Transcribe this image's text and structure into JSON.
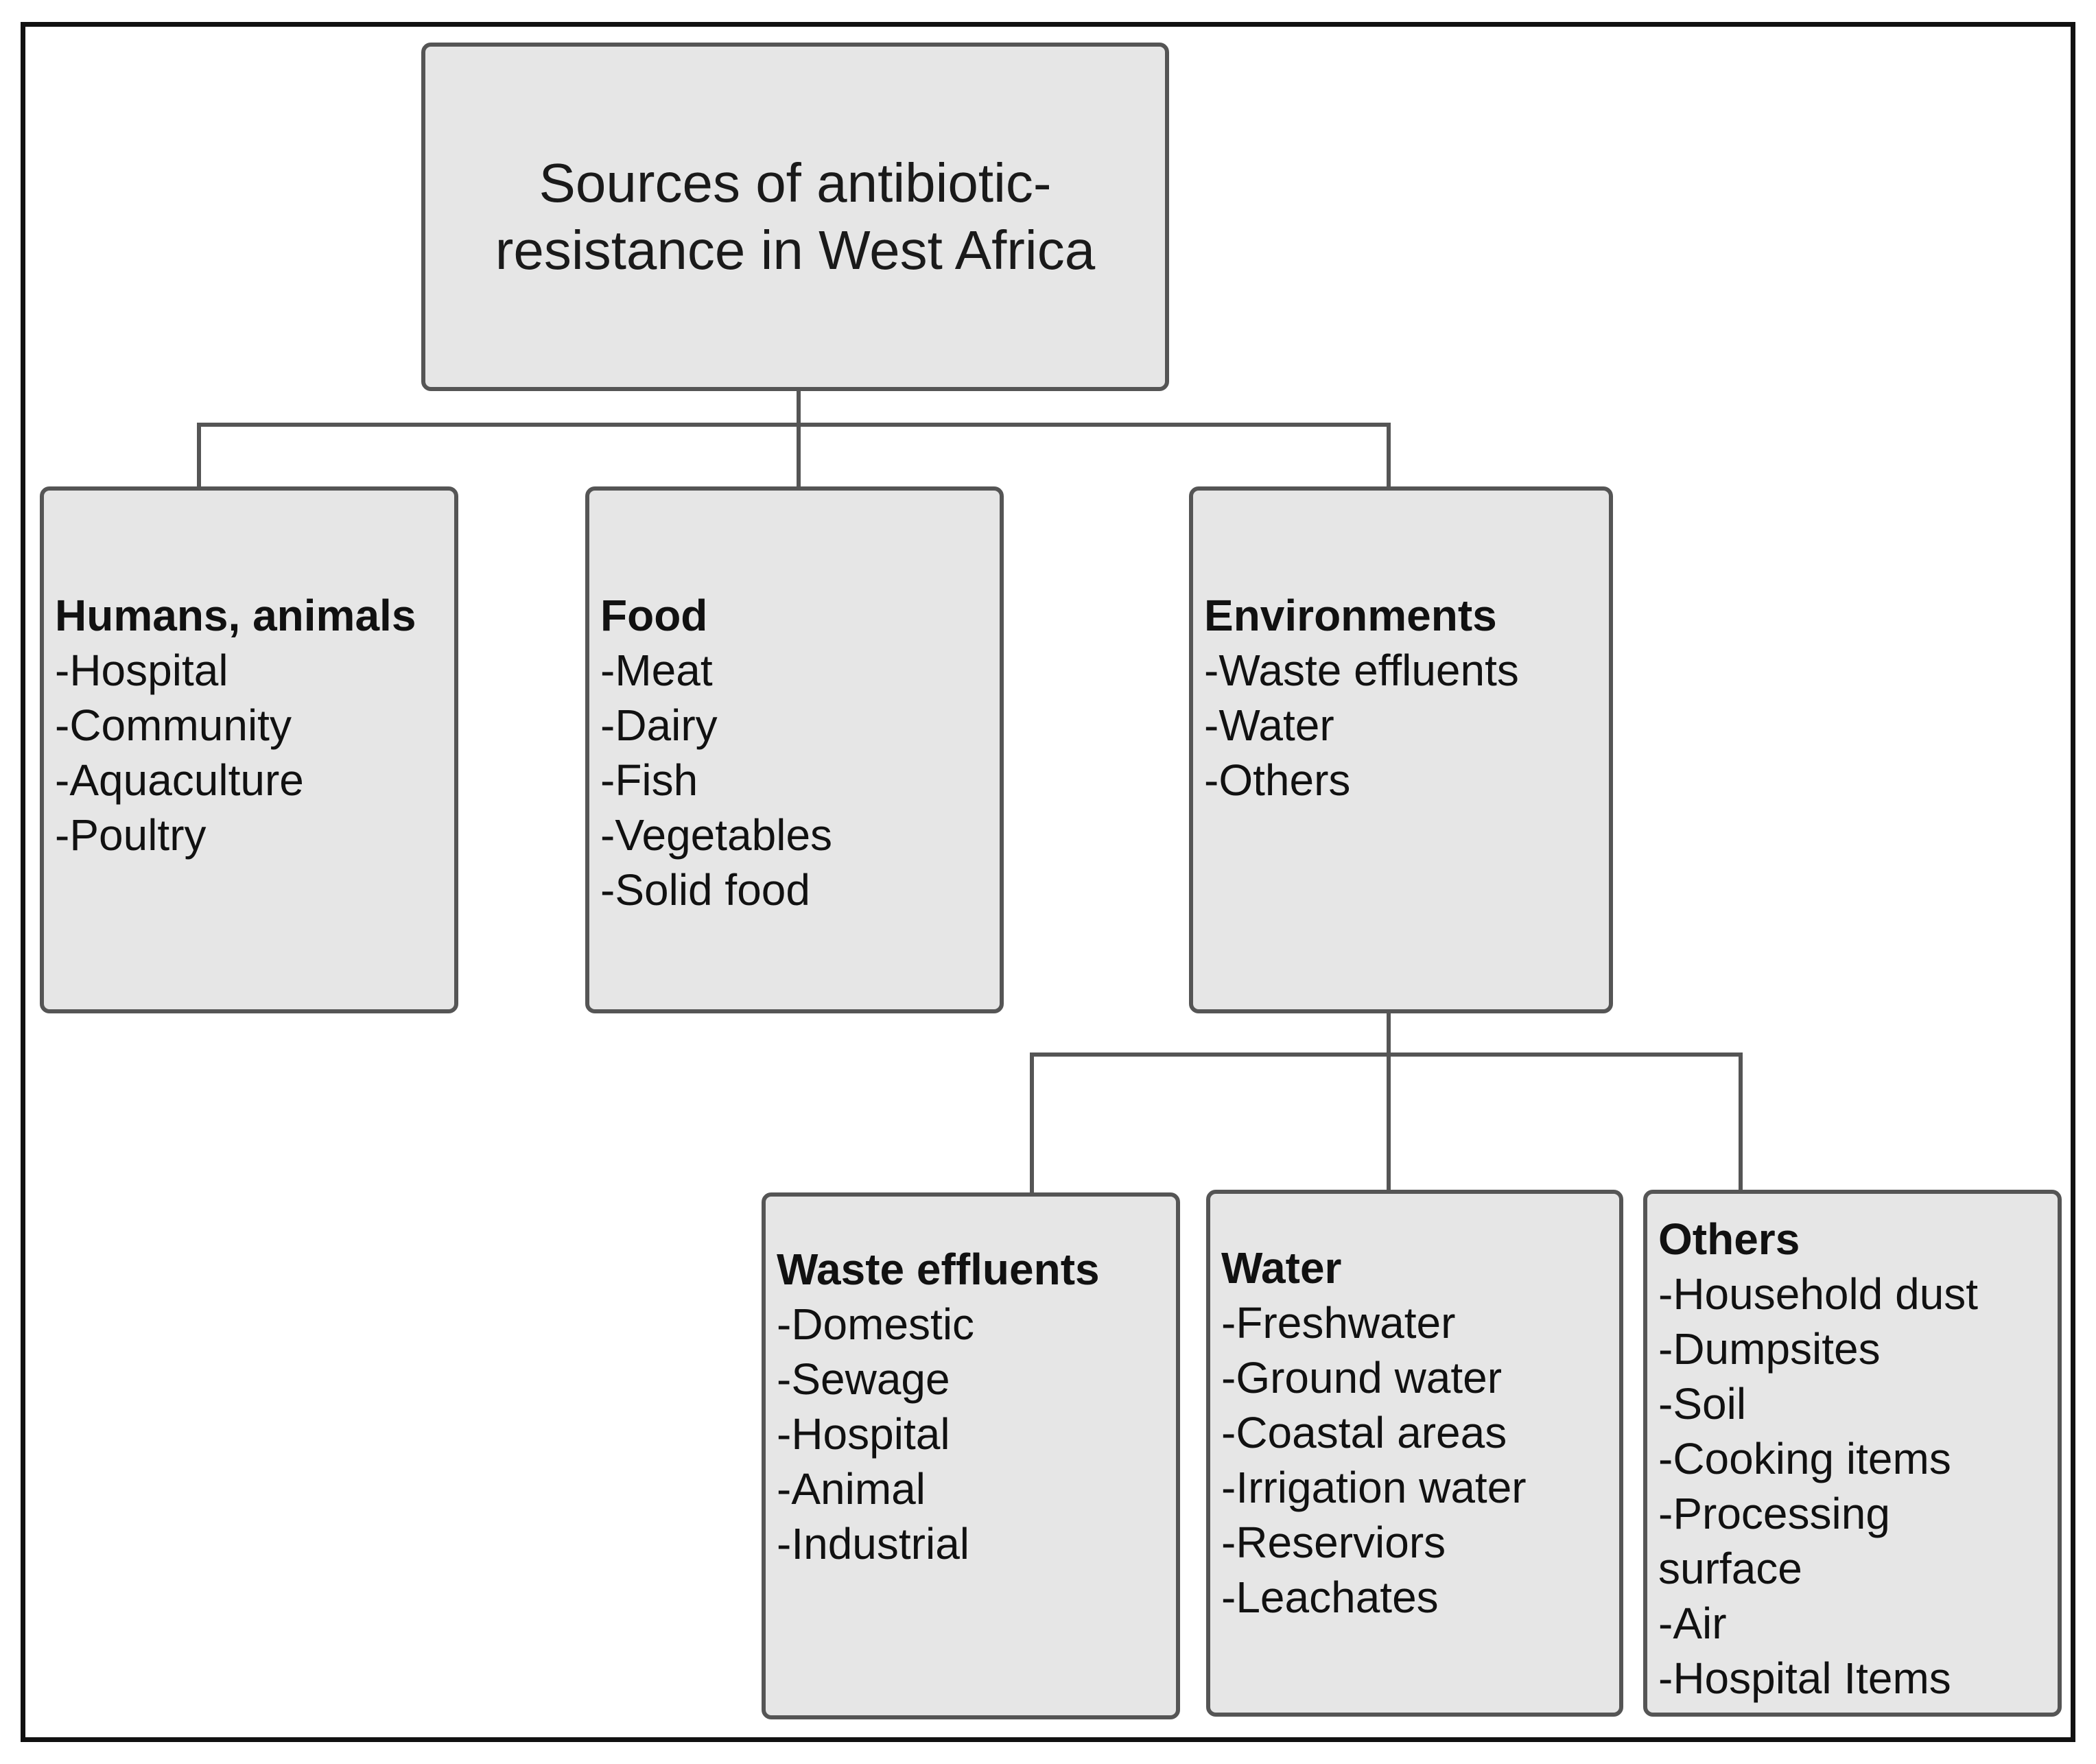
{
  "root": {
    "line1": "Sources of antibiotic-",
    "line2": "resistance in West Africa"
  },
  "categories": [
    {
      "heading": "Humans, animals",
      "items": [
        "-Hospital",
        "-Community",
        "-Aquaculture",
        "-Poultry"
      ]
    },
    {
      "heading": "Food",
      "items": [
        "-Meat",
        "-Dairy",
        "-Fish",
        "-Vegetables",
        "-Solid food"
      ]
    },
    {
      "heading": "Environments",
      "items": [
        "-Waste effluents",
        "-Water",
        "-Others"
      ]
    }
  ],
  "environment_subcategories": [
    {
      "heading": "Waste effluents",
      "items": [
        "-Domestic",
        "-Sewage",
        "-Hospital",
        "-Animal",
        "-Industrial"
      ]
    },
    {
      "heading": "Water",
      "items": [
        "-Freshwater",
        "-Ground water",
        "-Coastal areas",
        "-Irrigation water",
        "-Reserviors",
        "-Leachates"
      ]
    },
    {
      "heading": "Others",
      "items": [
        "-Household dust",
        "-Dumpsites",
        "-Soil",
        "-Cooking items",
        "-Processing surface",
        "-Air",
        "-Hospital Items"
      ]
    }
  ],
  "colors": {
    "box_fill": "#e6e6e6",
    "box_border": "#555555",
    "connector": "#555555",
    "frame": "#111111"
  }
}
